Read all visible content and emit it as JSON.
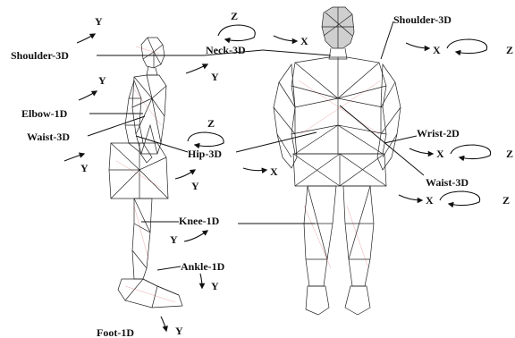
{
  "labels": {
    "shoulder_left": "Shoulder-3D",
    "neck": "Neck-3D",
    "shoulder_right": "Shoulder-3D",
    "elbow": "Elbow-1D",
    "waist_left": "Waist-3D",
    "hip": "Hip-3D",
    "wrist": "Wrist-2D",
    "waist_right": "Waist-3D",
    "knee": "Knee-1D",
    "ankle": "Ankle-1D",
    "foot": "Foot-1D"
  },
  "axes": {
    "x": "X",
    "y": "Y",
    "z": "Z"
  }
}
